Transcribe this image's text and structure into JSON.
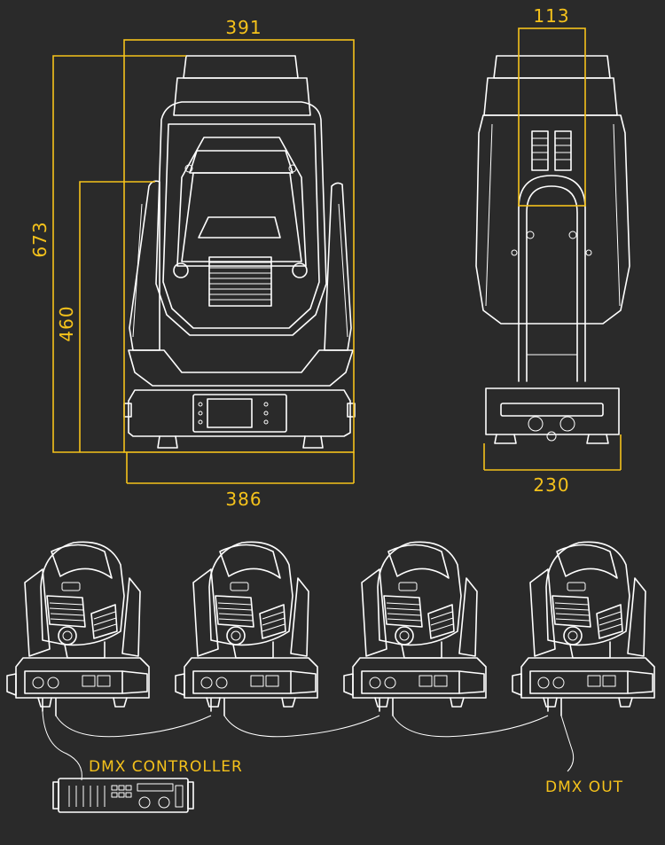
{
  "dimensions": {
    "front_width_top": "391",
    "front_height_total": "673",
    "front_height_base": "460",
    "front_width_bottom": "386",
    "side_width_top": "113",
    "side_width_bottom": "230"
  },
  "labels": {
    "dmx_controller": "DMX CONTROLLER",
    "dmx_out": "DMX OUT"
  },
  "colors": {
    "background": "#2a2a2a",
    "line_art": "#ffffff",
    "dimension_accent": "#f5c21b"
  },
  "fixture_count": 4
}
